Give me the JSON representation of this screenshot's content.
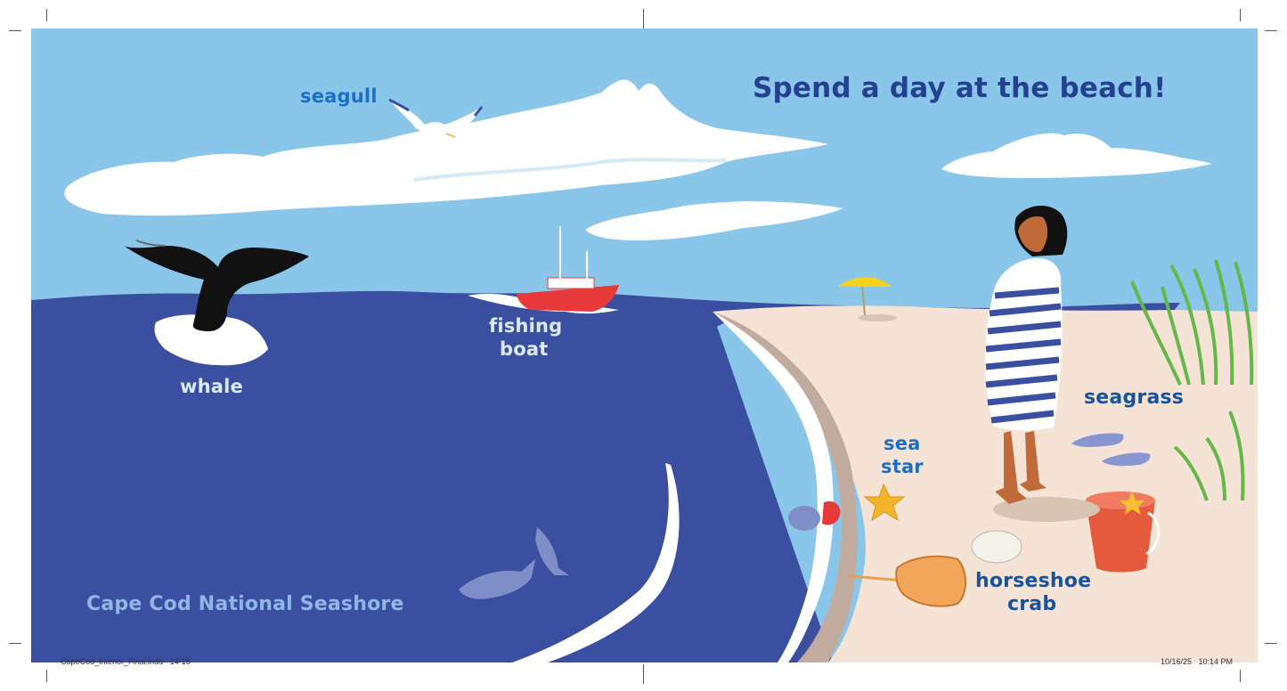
{
  "page": {
    "headline": "Spend a day at the beach!",
    "location": "Cape Cod National Seashore"
  },
  "labels": {
    "seagull": "seagull",
    "whale": "whale",
    "fishing_boat_line1": "fishing",
    "fishing_boat_line2": "boat",
    "sea_star_line1": "sea",
    "sea_star_line2": "star",
    "seagrass": "seagrass",
    "horseshoe_crab_line1": "horseshoe",
    "horseshoe_crab_line2": "crab"
  },
  "footer": {
    "filename": "CapeCod_Interior_Final.indd   14-15",
    "date": "10/16/25   10:14 PM"
  },
  "colors": {
    "sky": "#8ac6ea",
    "ocean": "#3a4fa0",
    "sand": "#f5e3d5",
    "headline": "#24418f",
    "label_blue": "#1c6fc2"
  }
}
